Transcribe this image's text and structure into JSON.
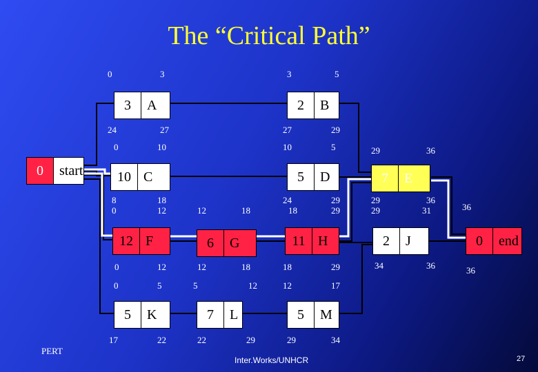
{
  "title": "The “Critical Path”",
  "footer": {
    "left": "PERT",
    "center": "Inter.Works/UNHCR",
    "page": "27"
  },
  "nodes": {
    "start": {
      "dur": "0",
      "name": "start"
    },
    "A": {
      "dur": "3",
      "name": "A"
    },
    "B": {
      "dur": "2",
      "name": "B"
    },
    "C": {
      "dur": "10",
      "name": "C"
    },
    "D": {
      "dur": "5",
      "name": "D"
    },
    "E": {
      "dur": "7",
      "name": "E"
    },
    "F": {
      "dur": "12",
      "name": "F"
    },
    "G": {
      "dur": "6",
      "name": "G"
    },
    "H": {
      "dur": "11",
      "name": "H"
    },
    "J": {
      "dur": "2",
      "name": "J"
    },
    "end": {
      "dur": "0",
      "name": "end"
    },
    "K": {
      "dur": "5",
      "name": "K"
    },
    "L": {
      "dur": "7",
      "name": "L"
    },
    "M": {
      "dur": "5",
      "name": "M"
    }
  },
  "times": {
    "A": {
      "es": "0",
      "ef": "3",
      "ls": "24",
      "lf": "27"
    },
    "B": {
      "es": "3",
      "ef": "5",
      "ls": "27",
      "lf": "29"
    },
    "C": {
      "es": "0",
      "ef": "10",
      "ls": "8",
      "lf": "18"
    },
    "C2": {
      "ls": "0",
      "lf": "12"
    },
    "D": {
      "es": "10",
      "ef": "5",
      "ls": "24",
      "lf": "29"
    },
    "D2": {
      "ls": "18",
      "lf": "29"
    },
    "E": {
      "es": "29",
      "ef": "36",
      "ls": "29",
      "lf": "36"
    },
    "E2": {
      "ls": "29",
      "lf": "31"
    },
    "G": {
      "es": "12",
      "ef": "18"
    },
    "end": {
      "top": "36",
      "bottom": "36"
    },
    "F": {
      "es": "0",
      "ef": "12"
    },
    "G2": {
      "es": "12",
      "ef": "18"
    },
    "H": {
      "es": "18",
      "ef": "29"
    },
    "J": {
      "es": "34",
      "ef": "36"
    },
    "K": {
      "es": "0",
      "ef": "5",
      "ls": "17",
      "lf": "22"
    },
    "L": {
      "es": "5",
      "ef": "12",
      "ls": "22",
      "lf": "29"
    },
    "M": {
      "es": "12",
      "ef": "17",
      "ls": "29",
      "lf": "34"
    }
  }
}
